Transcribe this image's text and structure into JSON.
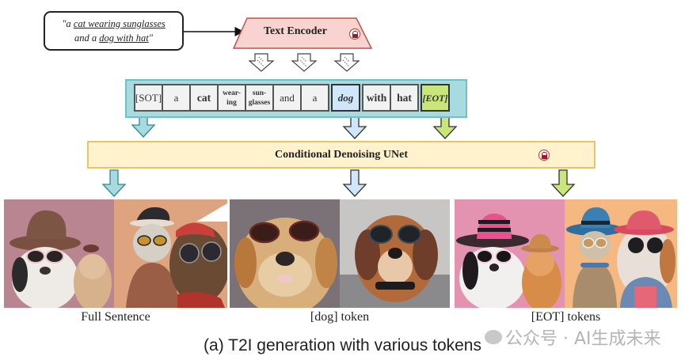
{
  "prompt": {
    "quote_open": "\"a ",
    "phrase1": "cat wearing sunglasses",
    "line2_prefix": "and a ",
    "phrase2": "dog with hat",
    "quote_close": "\""
  },
  "text_encoder": {
    "label": "Text Encoder",
    "locked": true,
    "icon": "lock-icon"
  },
  "tokens": [
    {
      "text": "[SOT]",
      "style": "plain"
    },
    {
      "text": "a",
      "style": "plain"
    },
    {
      "text": "cat",
      "style": "bold"
    },
    {
      "text": "wear-\ning",
      "style": "small"
    },
    {
      "text": "sun-\nglasses",
      "style": "small"
    },
    {
      "text": "and",
      "style": "plain"
    },
    {
      "text": "a",
      "style": "plain"
    },
    {
      "text": "dog",
      "style": "dog"
    },
    {
      "text": "with",
      "style": "bold"
    },
    {
      "text": "hat",
      "style": "bold"
    },
    {
      "text": "[EOT]",
      "style": "eot"
    }
  ],
  "unet": {
    "label": "Conditional Denoising UNet",
    "locked": true,
    "icon": "lock-icon"
  },
  "colors": {
    "full_sentence": "#a8dbe0",
    "dog_token": "#cfe6fb",
    "eot_token": "#c8e67a",
    "encoder_fill": "#f9d3cf",
    "encoder_border": "#c0504d",
    "unet_fill": "#fff2cc",
    "unet_border": "#e8c46a"
  },
  "outputs": [
    {
      "caption": "Full Sentence",
      "images": [
        "dog in brown hat with cat on pink background",
        "cat in bowler hat with dog in red cap"
      ]
    },
    {
      "caption": "[dog] token",
      "images": [
        "golden retriever wearing sunglasses",
        "spaniel wearing sunglasses and collar"
      ]
    },
    {
      "caption": "[EOT] tokens",
      "images": [
        "dog in striped pink hat with cat in straw hat",
        "cat in blue hat with dog in pink hat"
      ]
    }
  ],
  "figure_caption": "(a) T2I generation with various tokens",
  "watermark": "公众号 · AI生成未来"
}
